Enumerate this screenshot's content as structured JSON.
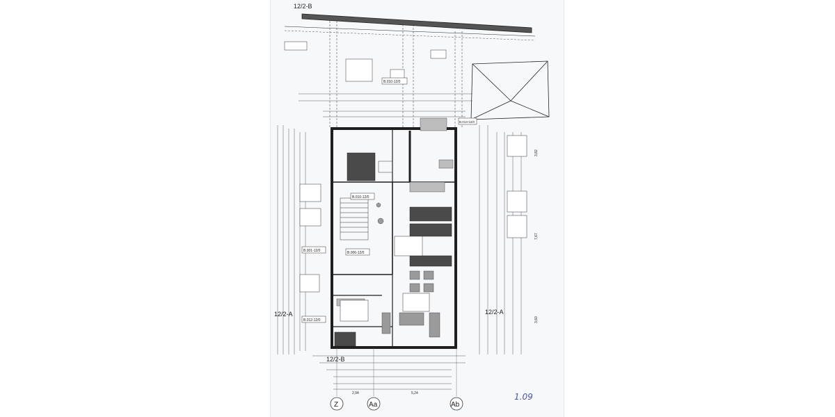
{
  "labels": {
    "top_ref": "12/2-B",
    "left_ref": "12/2-A",
    "right_ref": "12/2-A",
    "bottom_ref": "12/2-B",
    "dim_right_upper": "3,82",
    "dim_right_middle": "7,67",
    "dim_right_lower": "3,60",
    "dim_bottom_left": "2,94",
    "dim_bottom_right": "5,24"
  },
  "axes": [
    "Z",
    "Aa",
    "Ab"
  ],
  "rooms": {
    "room_a": "B.010-12/0",
    "room_b": "B.006-12/0",
    "room_c": "B.001-12/0",
    "room_d": "B.012-12/0",
    "room_e": "B.013-12/0",
    "room_f": "B.010-12/0"
  },
  "page_number": "1.09",
  "colors": {
    "paper": "#f7f8fa",
    "ink": "#1f1f1f",
    "fill_dark": "#4a4a4a",
    "handwriting": "#4a55a8"
  }
}
